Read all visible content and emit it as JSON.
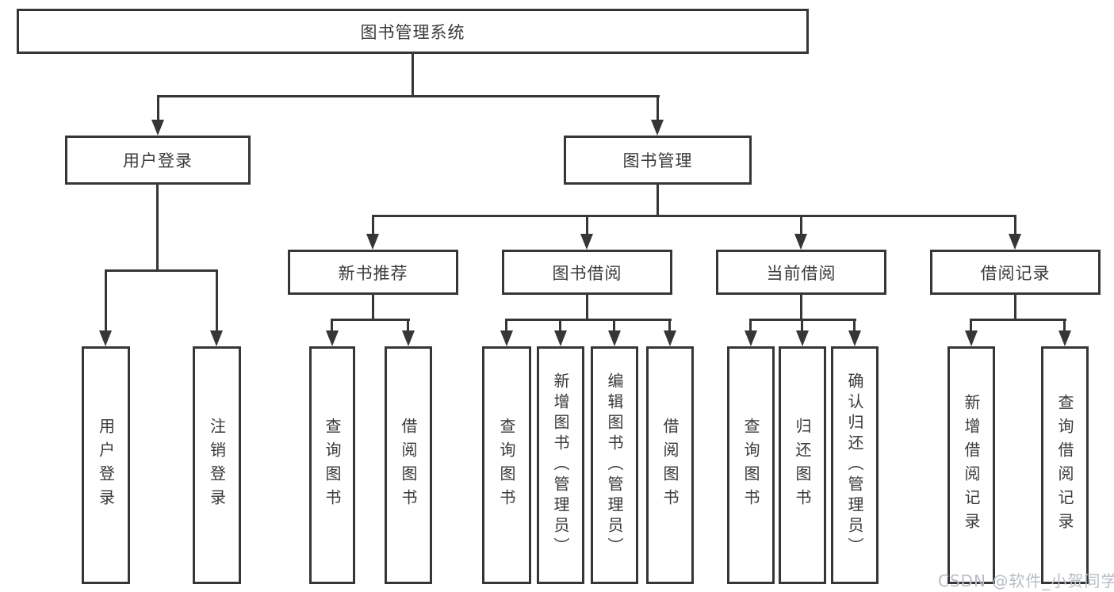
{
  "tree": {
    "root": {
      "label": "图书管理系统"
    },
    "branches": [
      {
        "label": "用户登录",
        "children": [
          {
            "label": "用户登录"
          },
          {
            "label": "注销登录"
          }
        ]
      },
      {
        "label": "图书管理",
        "children": [
          {
            "label": "新书推荐",
            "children": [
              {
                "label": "查询图书"
              },
              {
                "label": "借阅图书"
              }
            ]
          },
          {
            "label": "图书借阅",
            "children": [
              {
                "label": "查询图书"
              },
              {
                "label": "新增图书（管理员）"
              },
              {
                "label": "编辑图书（管理员）"
              },
              {
                "label": "借阅图书"
              }
            ]
          },
          {
            "label": "当前借阅",
            "children": [
              {
                "label": "查询图书"
              },
              {
                "label": "归还图书"
              },
              {
                "label": "确认归还（管理员）"
              }
            ]
          },
          {
            "label": "借阅记录",
            "children": [
              {
                "label": "新增借阅记录"
              },
              {
                "label": "查询借阅记录"
              }
            ]
          }
        ]
      }
    ]
  },
  "watermark": "CSDN @软件_小贺同学",
  "colors": {
    "line": "#363636",
    "text": "#3a3a3a",
    "watermark": "#b9bdc6",
    "background": "#ffffff"
  }
}
